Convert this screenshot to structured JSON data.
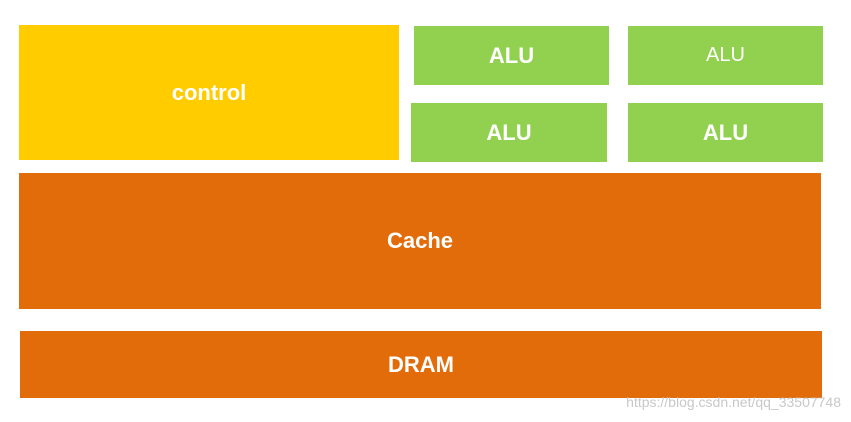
{
  "colors": {
    "control": "#ffcc00",
    "alu": "#92d050",
    "cache": "#e36c0a",
    "dram": "#e36c0a",
    "text": "#ffffff"
  },
  "diagram": {
    "control_label": "control",
    "alu_labels": [
      "ALU",
      "ALU",
      "ALU",
      "ALU"
    ],
    "cache_label": "Cache",
    "dram_label": "DRAM"
  },
  "watermark": "https://blog.csdn.net/qq_33507748"
}
